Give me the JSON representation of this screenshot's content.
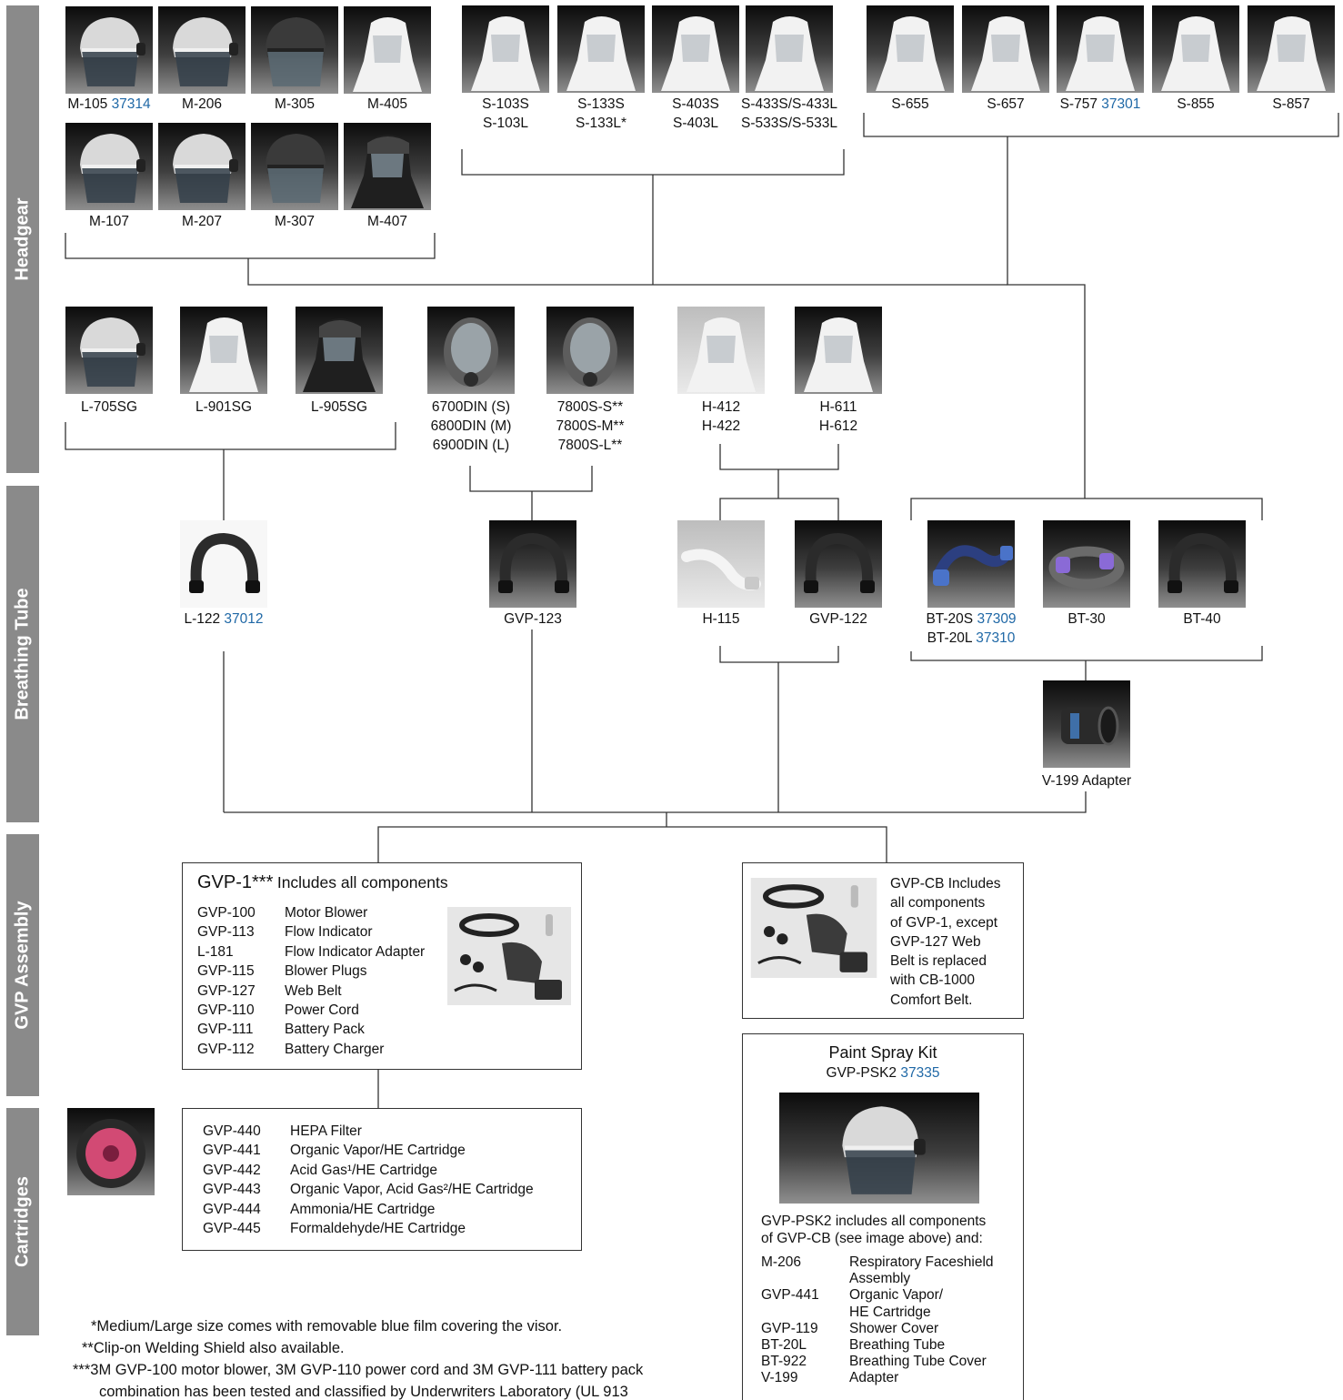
{
  "sections": {
    "headgear": "Headgear",
    "breathing_tube": "Breathing Tube",
    "gvp_assembly": "GVP Assembly",
    "cartridges": "Cartridges"
  },
  "headgear_m_row1": [
    "M-105",
    "M-206",
    "M-305",
    "M-405"
  ],
  "headgear_m_row1_code": "37314",
  "headgear_m_row2": [
    "M-107",
    "M-207",
    "M-307",
    "M-407"
  ],
  "headgear_s_group1": [
    {
      "l1": "S-103S",
      "l2": "S-103L"
    },
    {
      "l1": "S-133S",
      "l2": "S-133L*"
    },
    {
      "l1": "S-403S",
      "l2": "S-403L"
    },
    {
      "l1": "S-433S/S-433L",
      "l2": "S-533S/S-533L"
    }
  ],
  "headgear_s_group2": [
    "S-655",
    "S-657",
    "S-757",
    "S-855",
    "S-857"
  ],
  "headgear_s_757_code": "37301",
  "headgear_l": [
    "L-705SG",
    "L-901SG",
    "L-905SG"
  ],
  "facepiece_6000": [
    "6700DIN (S)",
    "6800DIN (M)",
    "6900DIN (L)"
  ],
  "facepiece_7800": [
    "7800S-S**",
    "7800S-M**",
    "7800S-L**"
  ],
  "hood_h4": [
    "H-412",
    "H-422"
  ],
  "hood_h6": [
    "H-611",
    "H-612"
  ],
  "tubes": {
    "l122": "L-122",
    "l122_code": "37012",
    "gvp123": "GVP-123",
    "h115": "H-115",
    "gvp122": "GVP-122",
    "bt20s": "BT-20S",
    "bt20s_code": "37309",
    "bt20l": "BT-20L",
    "bt20l_code": "37310",
    "bt30": "BT-30",
    "bt40": "BT-40",
    "v199": "V-199 Adapter"
  },
  "gvp1": {
    "title": "GVP-1***",
    "subtitle": "Includes all components",
    "items": [
      {
        "code": "GVP-100",
        "desc": "Motor Blower"
      },
      {
        "code": "GVP-113",
        "desc": "Flow Indicator"
      },
      {
        "code": "L-181",
        "desc": "Flow Indicator Adapter"
      },
      {
        "code": "GVP-115",
        "desc": "Blower Plugs"
      },
      {
        "code": "GVP-127",
        "desc": "Web Belt"
      },
      {
        "code": "GVP-110",
        "desc": "Power Cord"
      },
      {
        "code": "GVP-111",
        "desc": "Battery Pack"
      },
      {
        "code": "GVP-112",
        "desc": "Battery Charger"
      }
    ]
  },
  "gvpcb_text": [
    "GVP-CB Includes",
    "all components",
    "of GVP-1, except",
    "GVP-127 Web",
    "Belt is replaced",
    "with CB-1000",
    "Comfort Belt."
  ],
  "cartridges": [
    {
      "code": "GVP-440",
      "desc": "HEPA Filter"
    },
    {
      "code": "GVP-441",
      "desc": "Organic Vapor/HE Cartridge"
    },
    {
      "code": "GVP-442",
      "desc": "Acid Gas¹/HE Cartridge"
    },
    {
      "code": "GVP-443",
      "desc": "Organic Vapor, Acid Gas²/HE Cartridge"
    },
    {
      "code": "GVP-444",
      "desc": "Ammonia/HE Cartridge"
    },
    {
      "code": "GVP-445",
      "desc": "Formaldehyde/HE Cartridge"
    }
  ],
  "psk": {
    "title": "Paint Spray Kit",
    "code": "GVP-PSK2",
    "code_num": "37335",
    "intro1": "GVP-PSK2 includes all components",
    "intro2": "of GVP-CB (see image above) and:",
    "items": [
      {
        "code": "M-206",
        "desc": "Respiratory Faceshield",
        "desc2": "Assembly"
      },
      {
        "code": "GVP-441",
        "desc": "Organic Vapor/",
        "desc2": "HE Cartridge"
      },
      {
        "code": "GVP-119",
        "desc": "Shower Cover",
        "desc2": ""
      },
      {
        "code": "BT-20L",
        "desc": "Breathing Tube",
        "desc2": ""
      },
      {
        "code": "BT-922",
        "desc": "Breathing Tube Cover",
        "desc2": ""
      },
      {
        "code": "V-199",
        "desc": "Adapter",
        "desc2": ""
      }
    ]
  },
  "footnotes": [
    "*Medium/Large size comes with removable blue film covering the visor.",
    "**Clip-on Welding Shield also available.",
    "***3M GVP-100 motor blower, 3M GVP-110 power cord and 3M GVP-111 battery pack",
    "combination has been tested and classified by Underwriters Laboratory (UL 913"
  ],
  "icons": {
    "helmet": "helmet-icon",
    "hood": "hood-icon",
    "mask": "facepiece-icon",
    "tube": "breathing-tube-icon",
    "adapter": "adapter-icon",
    "cartridge": "cartridge-icon",
    "kit": "kit-icon"
  },
  "colors": {
    "code": "#1f68a6",
    "sidebar": "#8a8a8a",
    "line": "#333333"
  }
}
